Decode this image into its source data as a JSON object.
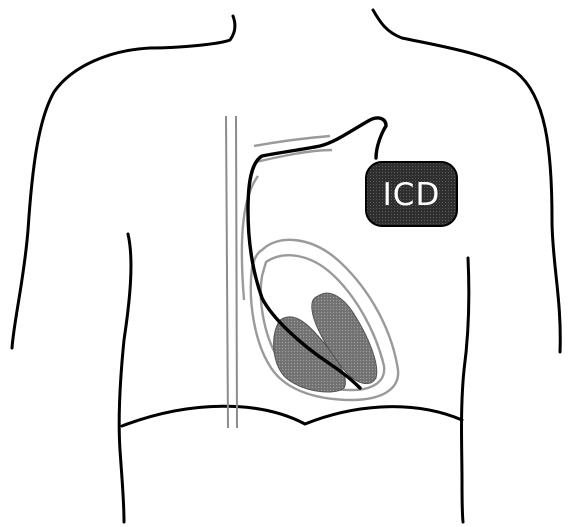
{
  "device": {
    "label": "ICD",
    "label_color": "#ffffff",
    "box_color": "#3a3a3a"
  },
  "colors": {
    "body_outline": "#000000",
    "organ_outline": "#9a9a9a",
    "ventricle_fill": "#7a7a7a",
    "lead_wire": "#000000"
  },
  "icons": {
    "torso": "torso-outline",
    "heart": "heart-outline",
    "device": "icd-device",
    "lead": "lead-wire"
  }
}
